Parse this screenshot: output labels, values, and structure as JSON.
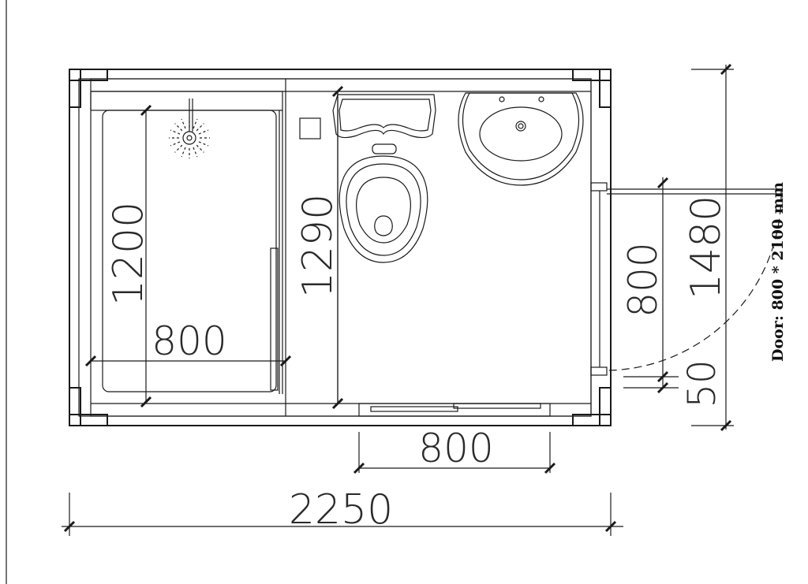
{
  "dimensions": {
    "shower_depth": "1200",
    "shower_width": "800",
    "toilet_depth": "1290",
    "total_width": "2250",
    "bottom_opening": "800",
    "right_door": "800",
    "right_gap": "50",
    "total_depth": "1480"
  },
  "door_label": "Door: 800 * 2100 mm",
  "colors": {
    "line": "#1a1a1a",
    "text": "#2a2a2a"
  },
  "icons": {
    "shower_head": "shower-head-icon",
    "toilet": "toilet-icon",
    "sink": "sink-icon",
    "floor_drain": "floor-drain-icon"
  }
}
